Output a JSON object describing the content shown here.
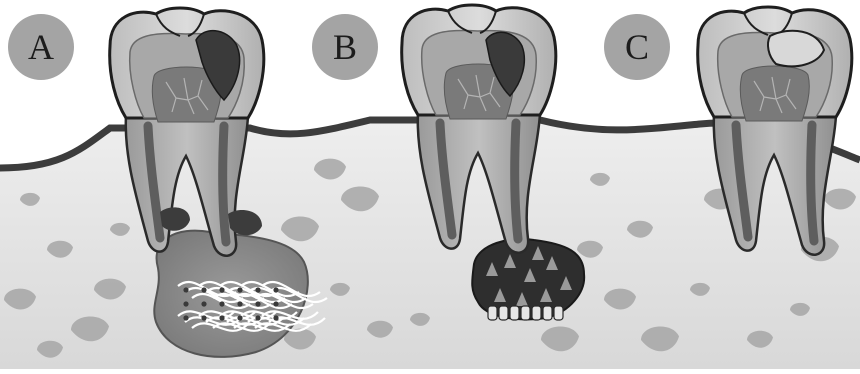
{
  "panels": [
    {
      "label": "A"
    },
    {
      "label": "B"
    },
    {
      "label": "C"
    }
  ],
  "colors": {
    "bone": "#e4e4e4",
    "bone_spot": "#9c9c9c",
    "gum_line": "#3c3c3c",
    "enamel": "#c9c9c9",
    "dentin": "#8a8a8a",
    "pulp": "#5e5e5e",
    "decay": "#3a3a3a",
    "lesion_granuloma": "#8c8c8c",
    "lesion_abscess": "#2e2e2e",
    "label_badge": "#a4a4a4"
  }
}
